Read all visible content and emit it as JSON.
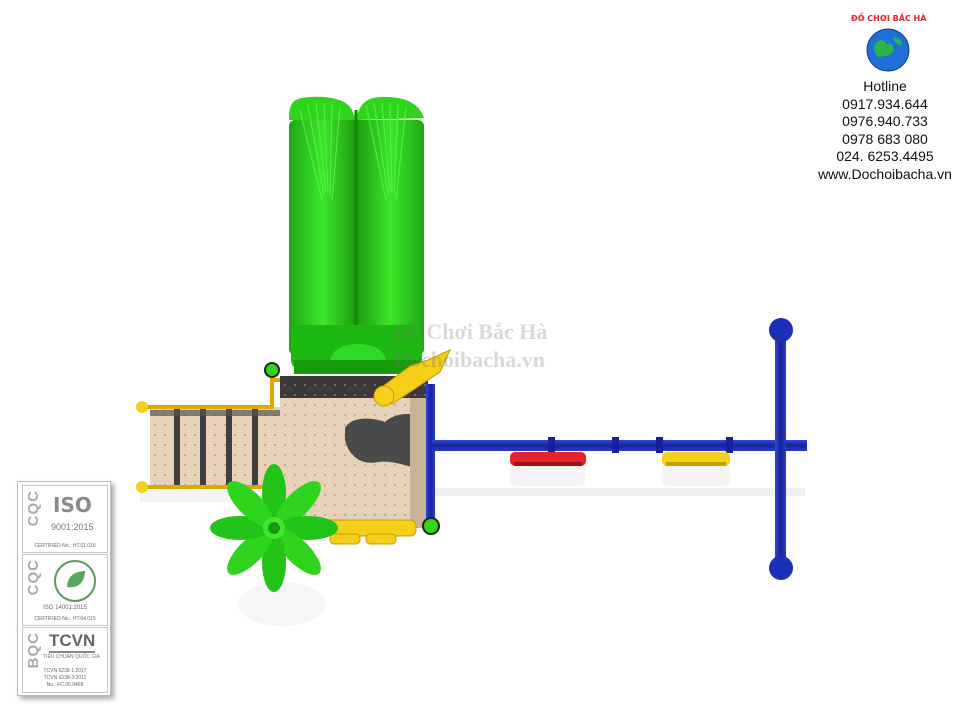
{
  "brand": {
    "logo_text": "ĐỒ CHƠI BẮC HÀ",
    "hotline_label": "Hotline",
    "phones": [
      "0917.934.644",
      "0976.940.733",
      "0978 683 080",
      "024. 6253.4495"
    ],
    "website": "www.Dochoibacha.vn"
  },
  "watermark": {
    "line1": "Đồ Chơi Bắc Hà",
    "line2": "Dochoibacha.vn"
  },
  "certifications": {
    "iso9001": {
      "side": "CQC",
      "mark": "ISO",
      "standard": "9001:2015",
      "cert_no": "CERTIFIED-No.: HT.01.015"
    },
    "iso14001": {
      "side": "CQC",
      "standard": "ISO 14001:2015",
      "cert_no": "CERTIFIED-No.: HT.04.015"
    },
    "tcvn": {
      "side": "BQC",
      "mark": "TCVN",
      "subtitle": "TIÊU CHUẨN QUỐC GIA",
      "lines": [
        "TCVN 6238-1:2017",
        "TCVN 6238-3:2011",
        "No.: FC.05.0468"
      ]
    }
  },
  "colors": {
    "slide_green": "#2fd41c",
    "swing_blue": "#1b2fb8",
    "accent_yellow": "#f5cf1a",
    "deck_beige": "#e6d2b8",
    "seat_red": "#e2252a",
    "seat_yellow": "#f4d21a"
  }
}
